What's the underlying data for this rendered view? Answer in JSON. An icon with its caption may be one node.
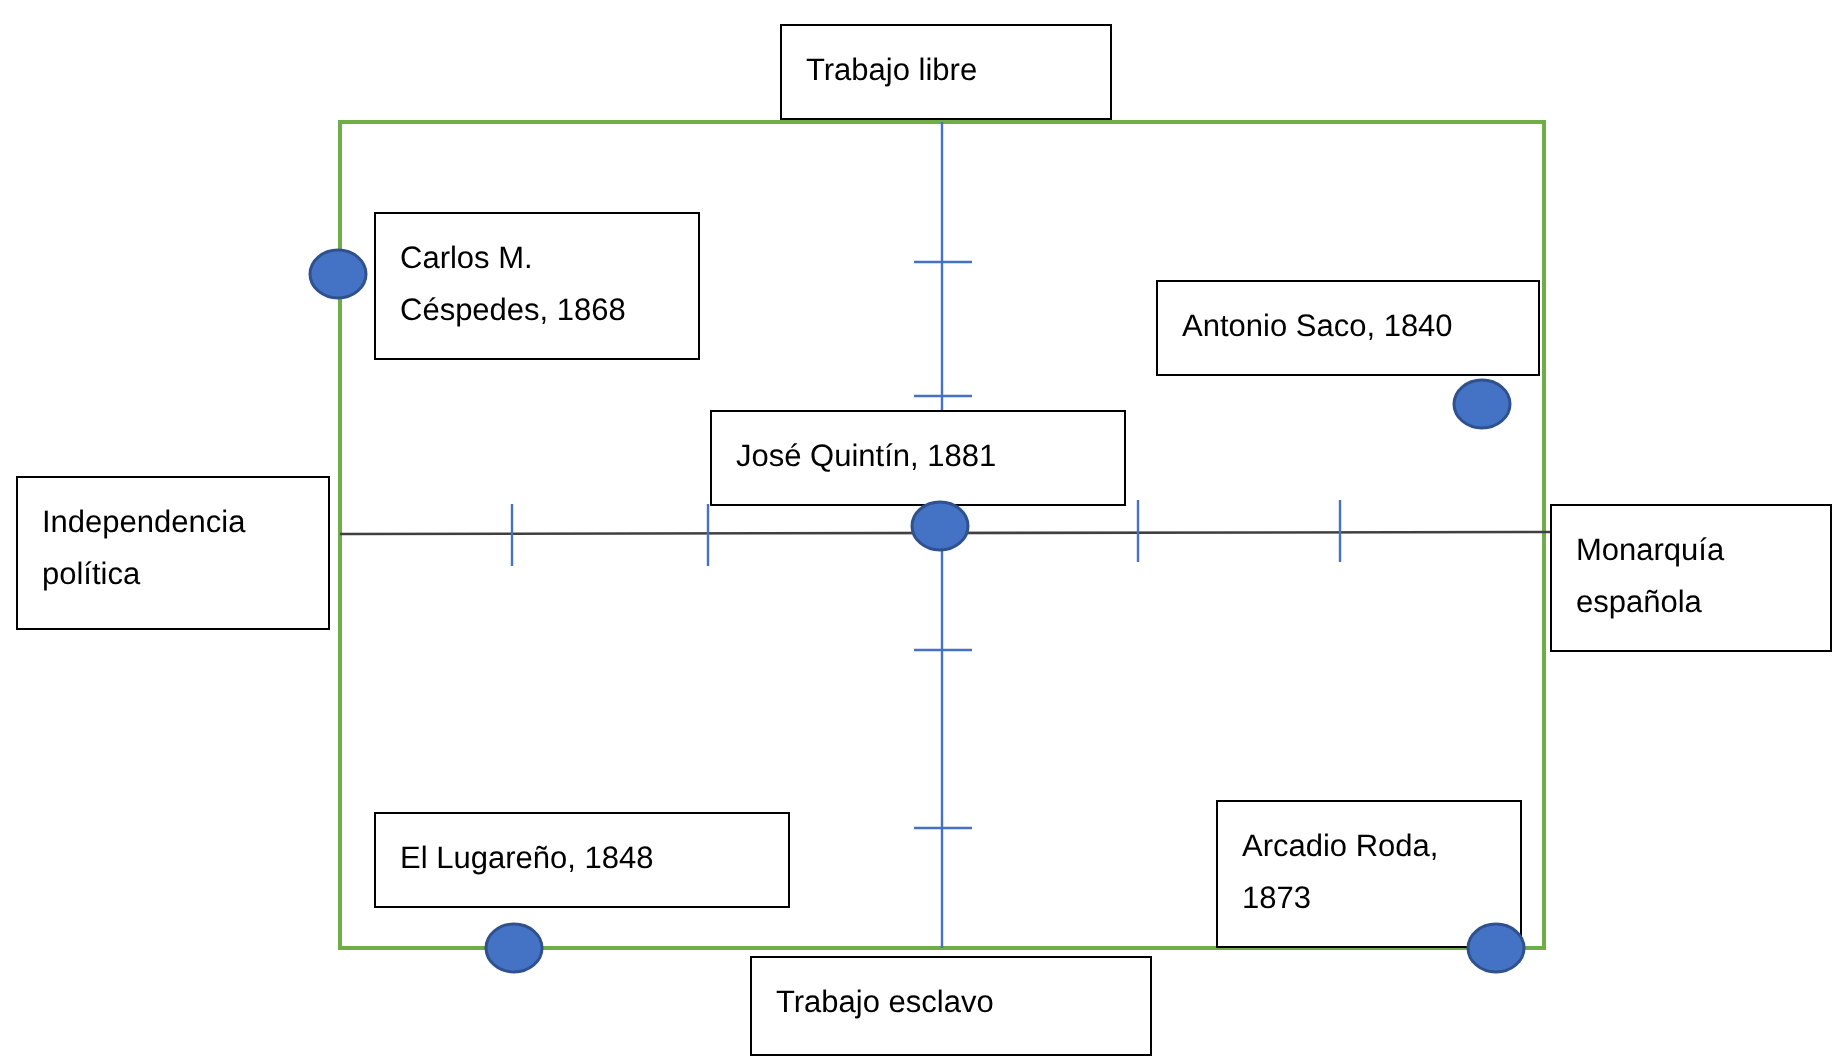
{
  "diagram": {
    "nodes": [
      {
        "text": [
          "Trabajo libre"
        ]
      },
      {
        "text": [
          "Carlos M. Céspedes, 1868"
        ]
      },
      {
        "text": [
          "Antonio Saco, 1840"
        ]
      },
      {
        "text": [
          "José Quintín, 1881"
        ]
      },
      {
        "text": [
          "Independencia política"
        ]
      },
      {
        "text": [
          "Monarquía española"
        ]
      },
      {
        "text": [
          "El Lugareño, 1848"
        ]
      },
      {
        "text": [
          "Arcadio Roda, 1873"
        ]
      },
      {
        "text": [
          "Trabajo esclavo"
        ]
      },
      {
        "text": [],
        "shape": "circle"
      },
      {
        "text": [],
        "shape": "circle"
      },
      {
        "text": [],
        "shape": "circle"
      },
      {
        "text": [],
        "shape": "circle"
      },
      {
        "text": [],
        "shape": "circle"
      }
    ],
    "edges": []
  }
}
